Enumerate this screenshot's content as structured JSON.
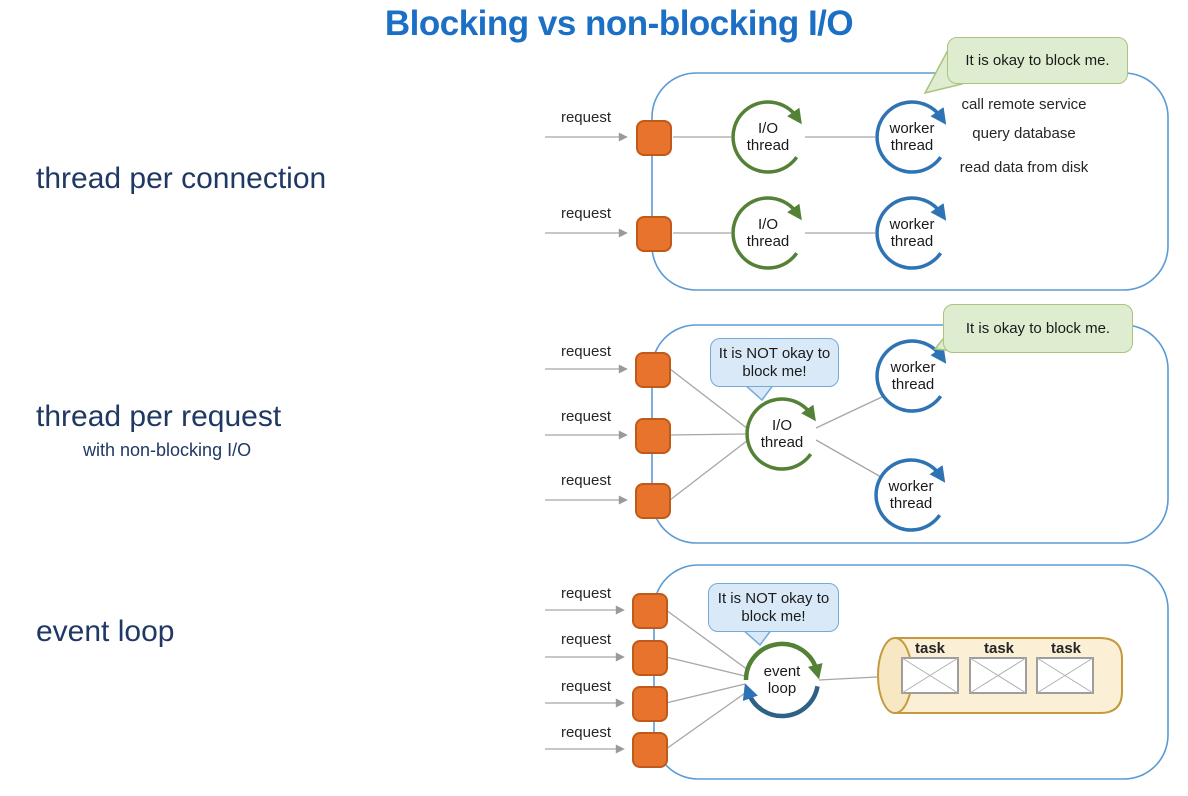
{
  "title": "Blocking vs non-blocking I/O",
  "sections": {
    "s1": {
      "label": "thread per connection",
      "requests": [
        "request",
        "request"
      ],
      "io_circle": {
        "line1": "I/O",
        "line2": "thread"
      },
      "worker_circle": {
        "line1": "worker",
        "line2": "thread"
      },
      "bubble_ok": "It is okay to block me.",
      "blocking_ops": [
        "call remote service",
        "query database",
        "read data from disk"
      ]
    },
    "s2": {
      "label": "thread per request",
      "sublabel": "with non-blocking I/O",
      "requests": [
        "request",
        "request",
        "request"
      ],
      "bubble_not_ok": "It is NOT okay to block me!",
      "bubble_ok": "It is okay to block me.",
      "io_circle": {
        "line1": "I/O",
        "line2": "thread"
      },
      "worker_circle": {
        "line1": "worker",
        "line2": "thread"
      }
    },
    "s3": {
      "label": "event loop",
      "requests": [
        "request",
        "request",
        "request",
        "request"
      ],
      "bubble_not_ok": "It is NOT okay to block me!",
      "event_circle": {
        "line1": "event",
        "line2": "loop"
      },
      "tasks": [
        "task",
        "task",
        "task"
      ]
    }
  },
  "colors": {
    "title_blue": "#1b6fc5",
    "heading_navy": "#1f3864",
    "container_border": "#5b9bd5",
    "orange_fill": "#e8732d",
    "orange_border": "#c05a18",
    "green_circle": "#538135",
    "blue_circle": "#2e74b5",
    "connector_gray": "#a6a6a6",
    "green_bubble_fill": "#deedd0",
    "green_bubble_border": "#a9c47f",
    "blue_bubble_fill": "#d9e9f8",
    "blue_bubble_border": "#74a9d8",
    "cylinder_fill": "#fbefd5",
    "cylinder_border": "#c49a3f"
  }
}
